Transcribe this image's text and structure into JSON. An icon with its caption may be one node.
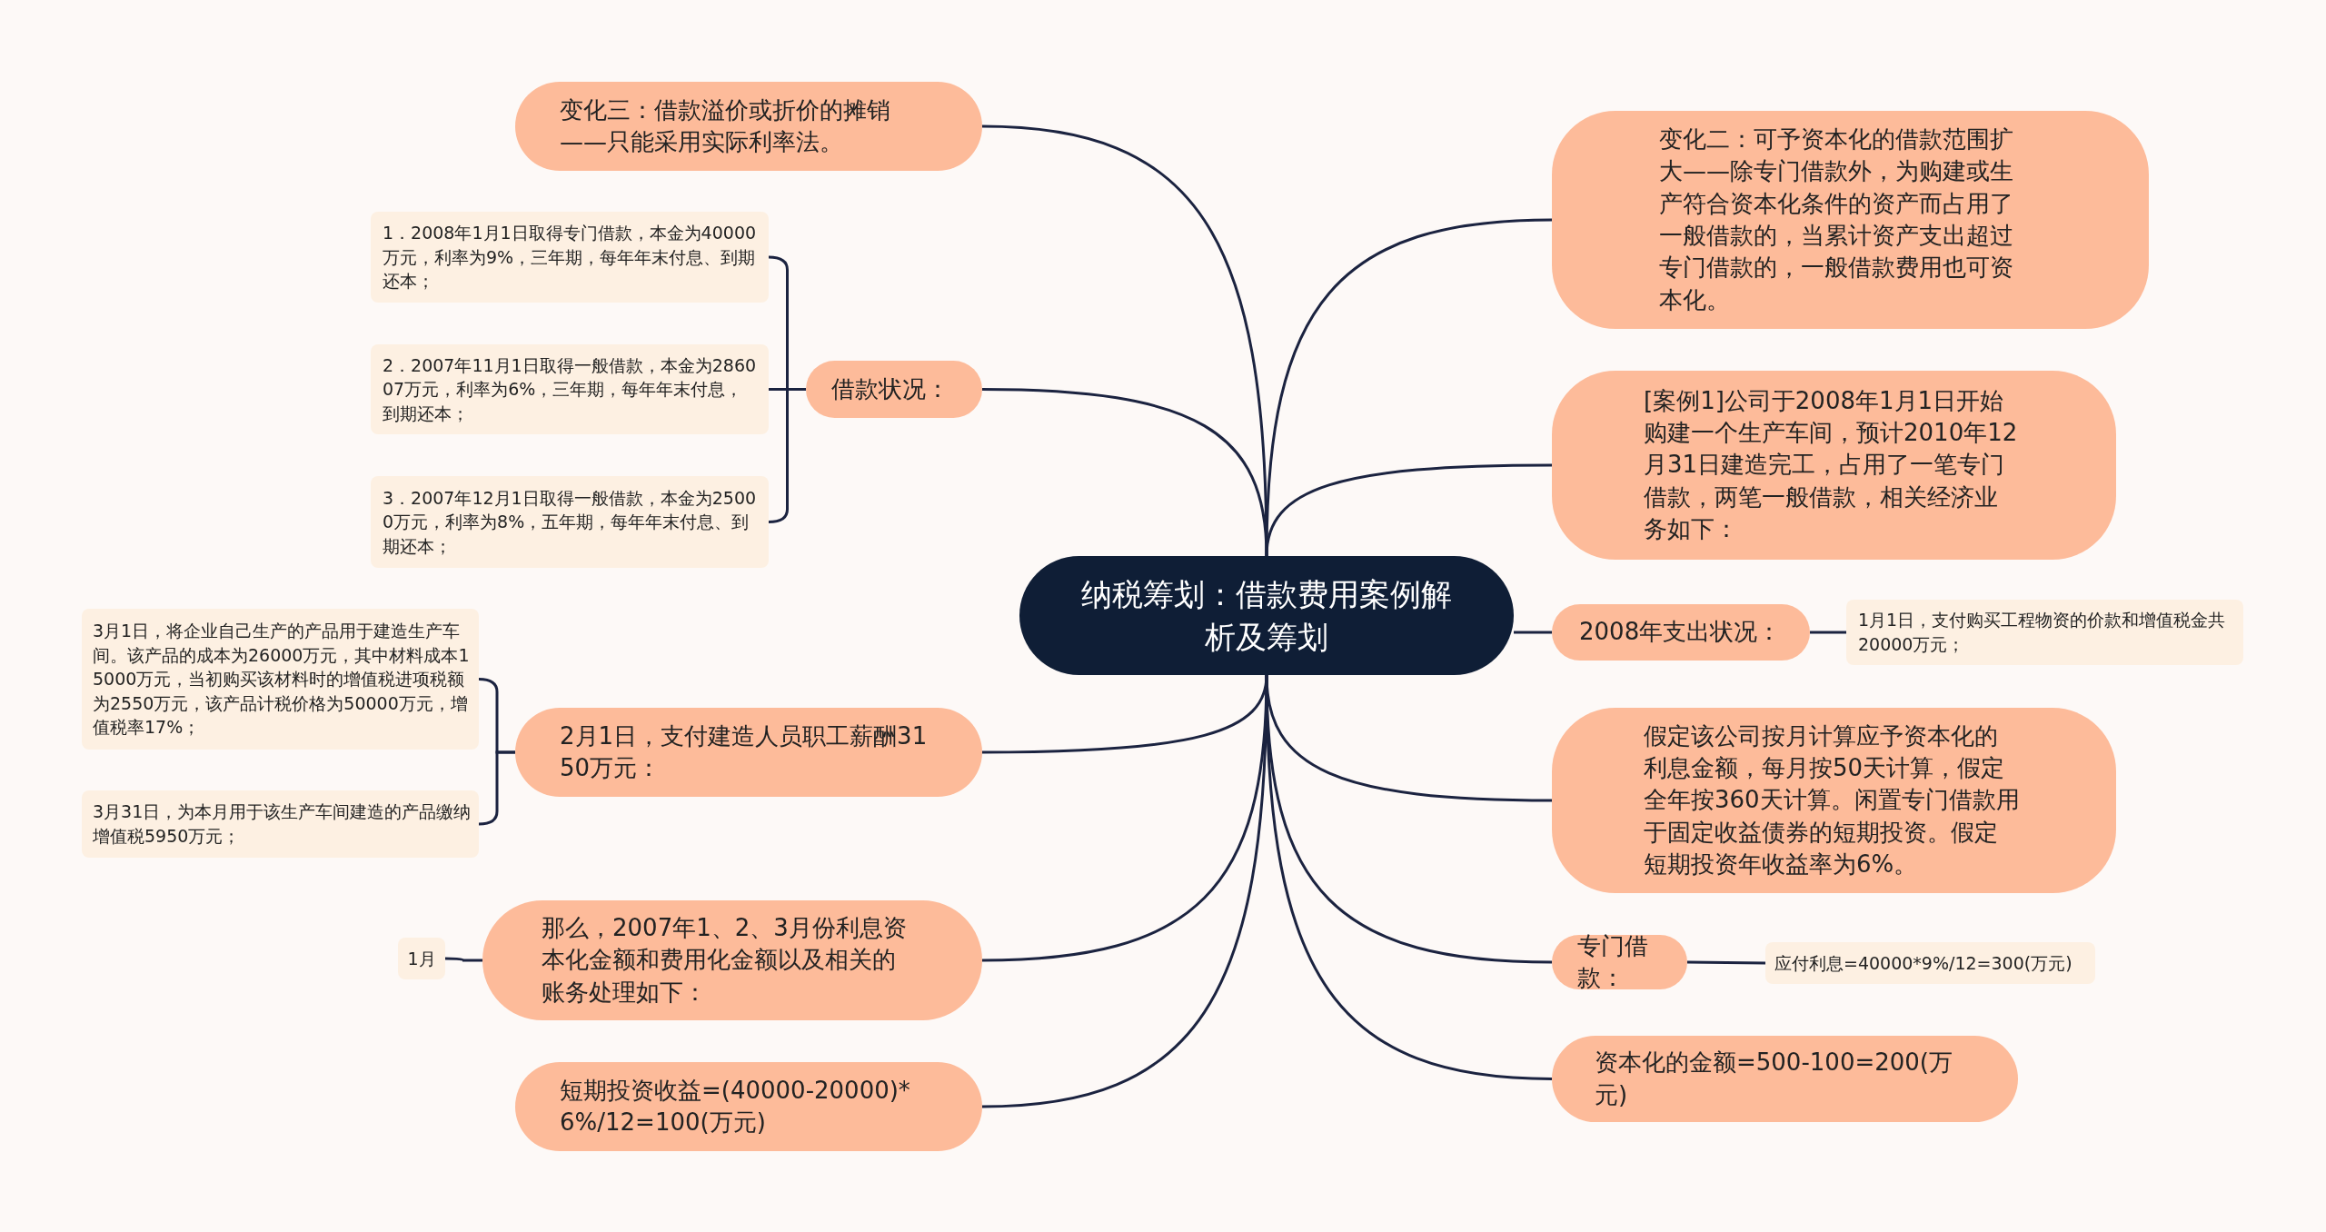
{
  "diagram": {
    "nodes": [
      {
        "text": [
          "纳税筹划：借款费用案例解析及筹划"
        ]
      },
      {
        "text": [
          "变化三：借款溢价或折价的摊销——只能采用实际利率法。"
        ]
      },
      {
        "text": [
          "借款状况："
        ]
      },
      {
        "text": [
          "1．2008年1月1日取得专门借款，本金为40000万元，利率为9%，三年期，每年年末付息、到期还本；"
        ]
      },
      {
        "text": [
          "2．2007年11月1日取得一般借款，本金为286007万元，利率为6%，三年期，每年年末付息，到期还本；"
        ]
      },
      {
        "text": [
          "3．2007年12月1日取得一般借款，本金为25000万元，利率为8%，五年期，每年年末付息、到期还本；"
        ]
      },
      {
        "text": [
          "2月1日，支付建造人员职工薪酬3150万元："
        ]
      },
      {
        "text": [
          "3月1日，将企业自己生产的产品用于建造生产车间。该产品的成本为26000万元，其中材料成本15000万元，当初购买该材料时的增值税进项税额为2550万元，该产品计税价格为50000万元，增值税率17%；"
        ]
      },
      {
        "text": [
          "3月31日，为本月用于该生产车间建造的产品缴纳增值税5950万元；"
        ]
      },
      {
        "text": [
          "那么，2007年1、2、3月份利息资本化金额和费用化金额以及相关的账务处理如下："
        ]
      },
      {
        "text": [
          "1月"
        ]
      },
      {
        "text": [
          "短期投资收益=(40000-20000)*6%/12=100(万元)"
        ]
      },
      {
        "text": [
          "变化二：可予资本化的借款范围扩大——除专门借款外，为购建或生产符合资本化条件的资产而占用了一般借款的，当累计资产支出超过专门借款的，一般借款费用也可资本化。"
        ]
      },
      {
        "text": [
          "[案例1]公司于2008年1月1日开始购建一个生产车间，预计2010年12月31日建造完工，占用了一笔专门借款，两笔一般借款，相关经济业务如下："
        ]
      },
      {
        "text": [
          "2008年支出状况："
        ]
      },
      {
        "text": [
          "1月1日，支付购买工程物资的价款和增值税金共20000万元；"
        ]
      },
      {
        "text": [
          "假定该公司按月计算应予资本化的利息金额，每月按50天计算，假定全年按360天计算。闲置专门借款用于固定收益债券的短期投资。假定短期投资年收益率为6%。"
        ]
      },
      {
        "text": [
          "专门借款："
        ]
      },
      {
        "text": [
          "应付利息=40000*9%/12=300(万元)"
        ]
      },
      {
        "text": [
          "资本化的金额=500-100=200(万元)"
        ]
      }
    ],
    "edges": [
      {
        "from": 0,
        "to": 1,
        "arrow": "none"
      },
      {
        "from": 0,
        "to": 2,
        "arrow": "none"
      },
      {
        "from": 2,
        "to": 3,
        "arrow": "none"
      },
      {
        "from": 2,
        "to": 4,
        "arrow": "none"
      },
      {
        "from": 2,
        "to": 5,
        "arrow": "none"
      },
      {
        "from": 0,
        "to": 6,
        "arrow": "none"
      },
      {
        "from": 6,
        "to": 7,
        "arrow": "none"
      },
      {
        "from": 6,
        "to": 8,
        "arrow": "none"
      },
      {
        "from": 0,
        "to": 9,
        "arrow": "none"
      },
      {
        "from": 9,
        "to": 10,
        "arrow": "none"
      },
      {
        "from": 0,
        "to": 11,
        "arrow": "none"
      },
      {
        "from": 0,
        "to": 12,
        "arrow": "none"
      },
      {
        "from": 0,
        "to": 13,
        "arrow": "none"
      },
      {
        "from": 0,
        "to": 14,
        "arrow": "none"
      },
      {
        "from": 14,
        "to": 15,
        "arrow": "none"
      },
      {
        "from": 0,
        "to": 16,
        "arrow": "none"
      },
      {
        "from": 0,
        "to": 17,
        "arrow": "none"
      },
      {
        "from": 17,
        "to": 18,
        "arrow": "none"
      },
      {
        "from": 0,
        "to": 19,
        "arrow": "none"
      }
    ]
  }
}
